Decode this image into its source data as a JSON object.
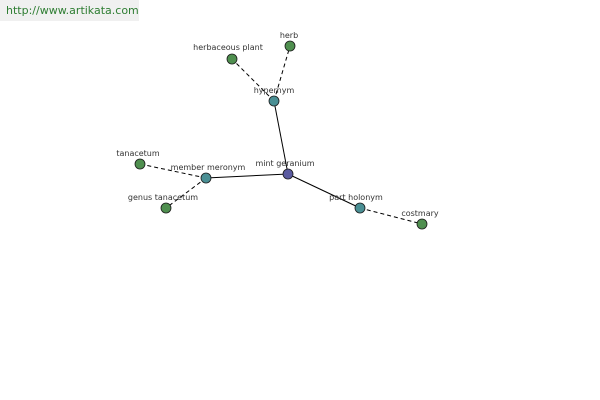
{
  "source_url": "http://www.artikata.com",
  "colors": {
    "root": "#5a5aa0",
    "relation": "#4a8f94",
    "leaf": "#4f8f4f",
    "source_text": "#2e7d32"
  },
  "nodes": [
    {
      "id": "mint-geranium",
      "label": "mint geranium",
      "kind": "root"
    },
    {
      "id": "hypernym",
      "label": "hypernym",
      "kind": "relation"
    },
    {
      "id": "member-meronym",
      "label": "member meronym",
      "kind": "relation"
    },
    {
      "id": "part-holonym",
      "label": "part holonym",
      "kind": "relation"
    },
    {
      "id": "herbaceous-plant",
      "label": "herbaceous plant",
      "kind": "leaf"
    },
    {
      "id": "herb",
      "label": "herb",
      "kind": "leaf"
    },
    {
      "id": "tanacetum",
      "label": "tanacetum",
      "kind": "leaf"
    },
    {
      "id": "genus-tanacetum",
      "label": "genus tanacetum",
      "kind": "leaf"
    },
    {
      "id": "costmary",
      "label": "costmary",
      "kind": "leaf"
    }
  ],
  "edges": [
    {
      "from": "mint-geranium",
      "to": "hypernym",
      "style": "solid"
    },
    {
      "from": "mint-geranium",
      "to": "member-meronym",
      "style": "solid"
    },
    {
      "from": "mint-geranium",
      "to": "part-holonym",
      "style": "solid"
    },
    {
      "from": "hypernym",
      "to": "herbaceous-plant",
      "style": "dashed"
    },
    {
      "from": "hypernym",
      "to": "herb",
      "style": "dashed"
    },
    {
      "from": "member-meronym",
      "to": "tanacetum",
      "style": "dashed"
    },
    {
      "from": "member-meronym",
      "to": "genus-tanacetum",
      "style": "dashed"
    },
    {
      "from": "part-holonym",
      "to": "costmary",
      "style": "dashed"
    }
  ]
}
